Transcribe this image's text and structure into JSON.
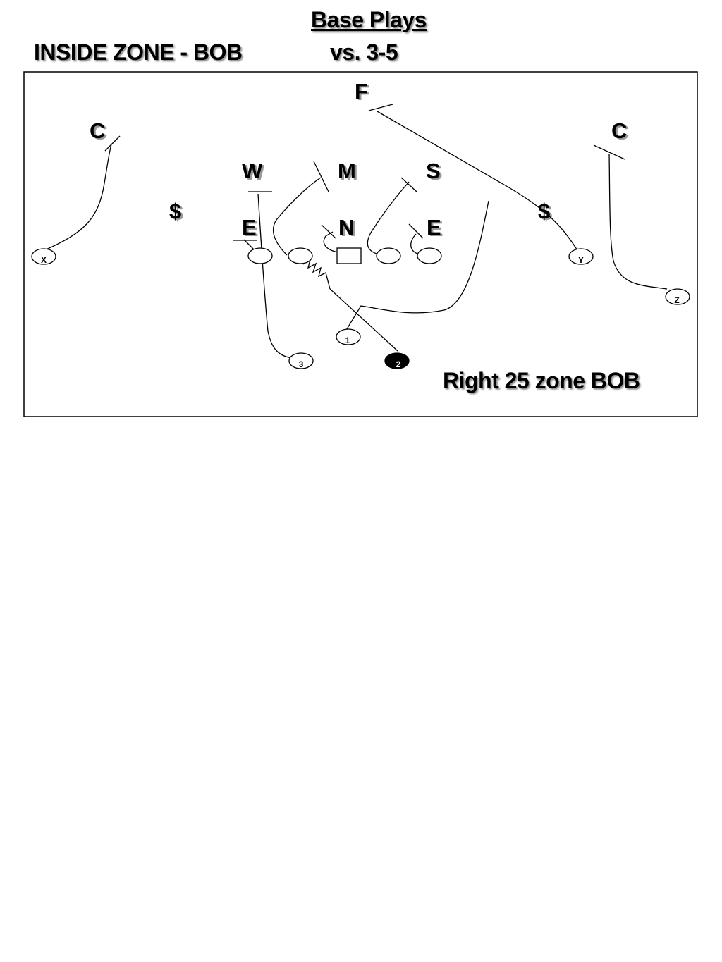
{
  "header": {
    "title": "Base Plays",
    "play_name": "INSIDE ZONE - BOB",
    "front": "vs. 3-5"
  },
  "defense": {
    "free_safety": "F",
    "corner_left": "C",
    "corner_right": "C",
    "will": "W",
    "mike": "M",
    "sam": "S",
    "money_left": "$",
    "money_right": "$",
    "end_left": "E",
    "nose": "N",
    "end_right": "E"
  },
  "offense": {
    "x": "X",
    "y": "Y",
    "z": "Z",
    "back_1": "1",
    "back_2": "2",
    "back_3": "3"
  },
  "play_call": "Right 25 zone BOB",
  "colors": {
    "ink": "#000000",
    "background": "#ffffff",
    "ball_carrier_fill": "#000000"
  }
}
